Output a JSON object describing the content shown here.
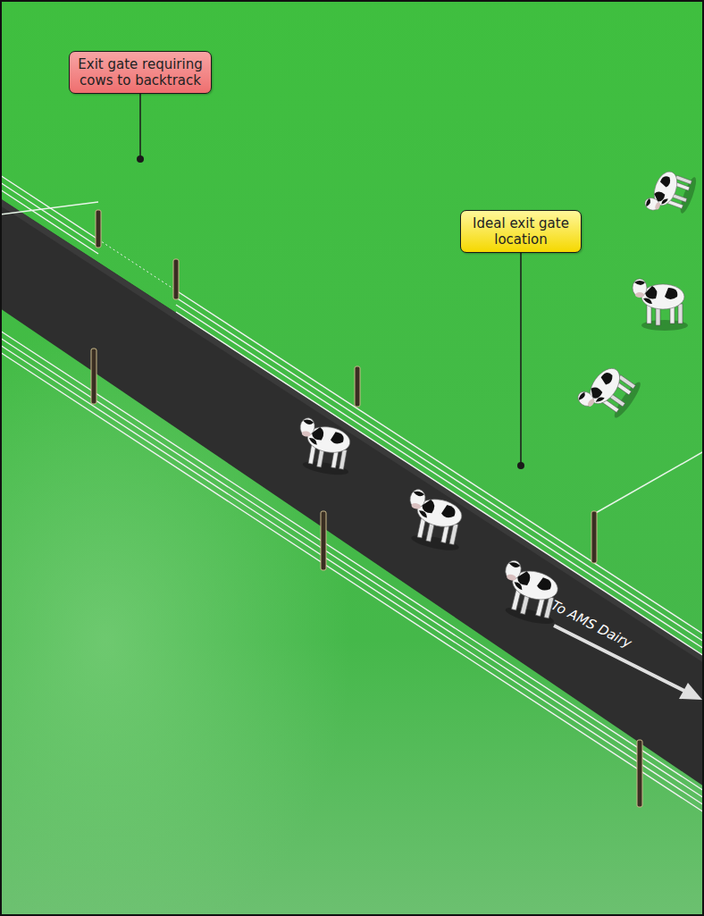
{
  "diagram": {
    "nodes": [
      {
        "text": [
          "Exit gate requiring cows to backtrack"
        ]
      },
      {
        "text": [
          "Ideal exit gate location"
        ]
      }
    ],
    "labels": [
      "To AMS Dairy"
    ]
  }
}
